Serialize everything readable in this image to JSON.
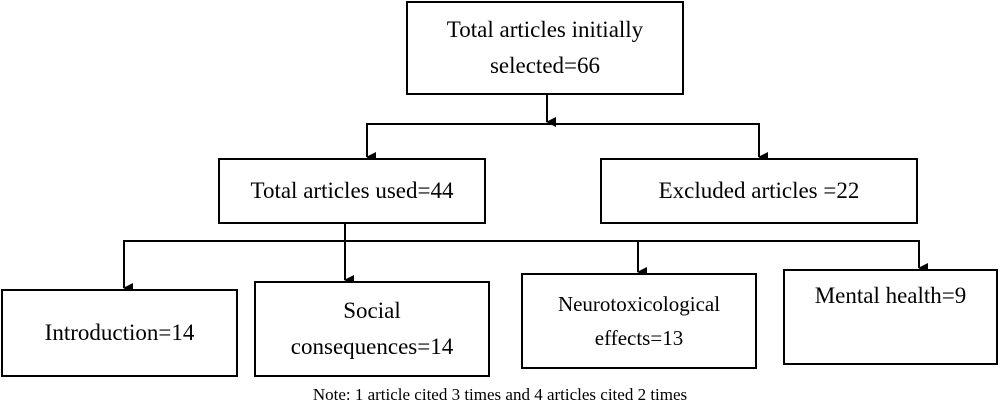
{
  "root": {
    "line1": "Total articles initially",
    "line2": "selected=66"
  },
  "used": {
    "label": "Total articles used=44"
  },
  "excluded": {
    "label": "Excluded articles =22"
  },
  "categories": {
    "introduction": {
      "label": "Introduction=14"
    },
    "social": {
      "line1": "Social",
      "line2": "consequences=14"
    },
    "neuro": {
      "line1": "Neurotoxicological",
      "line2": "effects=13"
    },
    "mental": {
      "label": "Mental health=9"
    }
  },
  "note": "Note: 1 article cited 3 times and 4 articles cited 2 times"
}
